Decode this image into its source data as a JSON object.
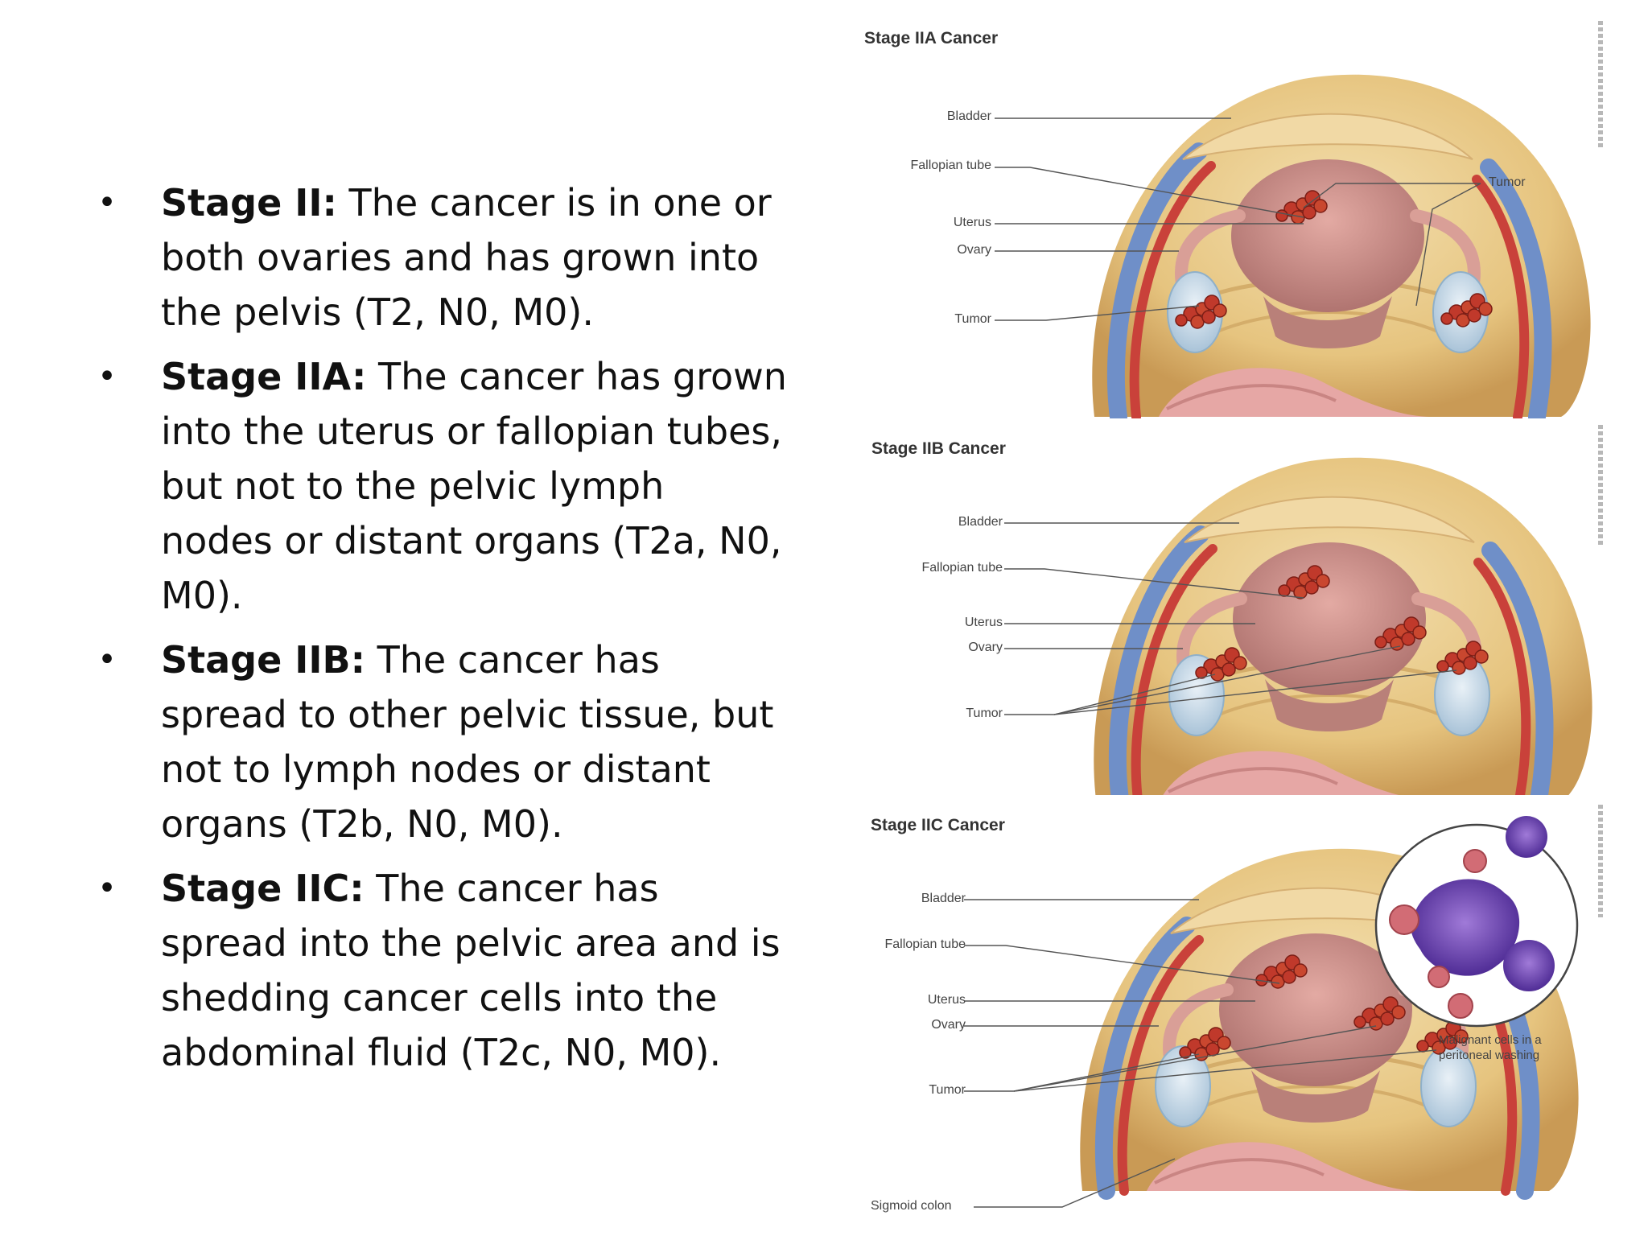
{
  "bullets": [
    {
      "term": "Stage II:",
      "text": " The cancer is in one or both ovaries and has grown into the pelvis (T2, N0, M0)."
    },
    {
      "term": "Stage IIA:",
      "text": " The cancer has grown into the uterus or fallopian tubes, but not to the pelvic lymph nodes or distant organs (T2a, N0, M0)."
    },
    {
      "term": "Stage IIB:",
      "text": " The cancer has spread to other pelvic tissue, but not to lymph nodes or distant organs (T2b, N0, M0)."
    },
    {
      "term": "Stage IIC:",
      "text": " The cancer has spread into the pelvic area and is shedding cancer cells into the abdominal fluid (T2c, N0, M0)."
    }
  ],
  "bullet_symbol": "•",
  "panels": [
    {
      "title": "Stage IIA Cancer",
      "labels": {
        "bladder": "Bladder",
        "fallopian": "Fallopian tube",
        "uterus": "Uterus",
        "ovary": "Ovary",
        "tumor": "Tumor",
        "tumor_right": "Tumor"
      }
    },
    {
      "title": "Stage IIB Cancer",
      "labels": {
        "bladder": "Bladder",
        "fallopian": "Fallopian tube",
        "uterus": "Uterus",
        "ovary": "Ovary",
        "tumor": "Tumor"
      }
    },
    {
      "title": "Stage IIC Cancer",
      "labels": {
        "bladder": "Bladder",
        "fallopian": "Fallopian tube",
        "uterus": "Uterus",
        "ovary": "Ovary",
        "tumor": "Tumor",
        "sigmoid": "Sigmoid colon",
        "malignant_line1": "Malignant cells in a",
        "malignant_line2": "peritoneal washing"
      }
    }
  ],
  "colors": {
    "text": "#111111",
    "label": "#444444",
    "tissue": "#e8c98a",
    "uterus": "#c98a86",
    "vessel_red": "#c9413a",
    "vessel_blue": "#6f8fc8",
    "tumor": "#c0392b",
    "cell_purple": "#6a3fb0"
  }
}
